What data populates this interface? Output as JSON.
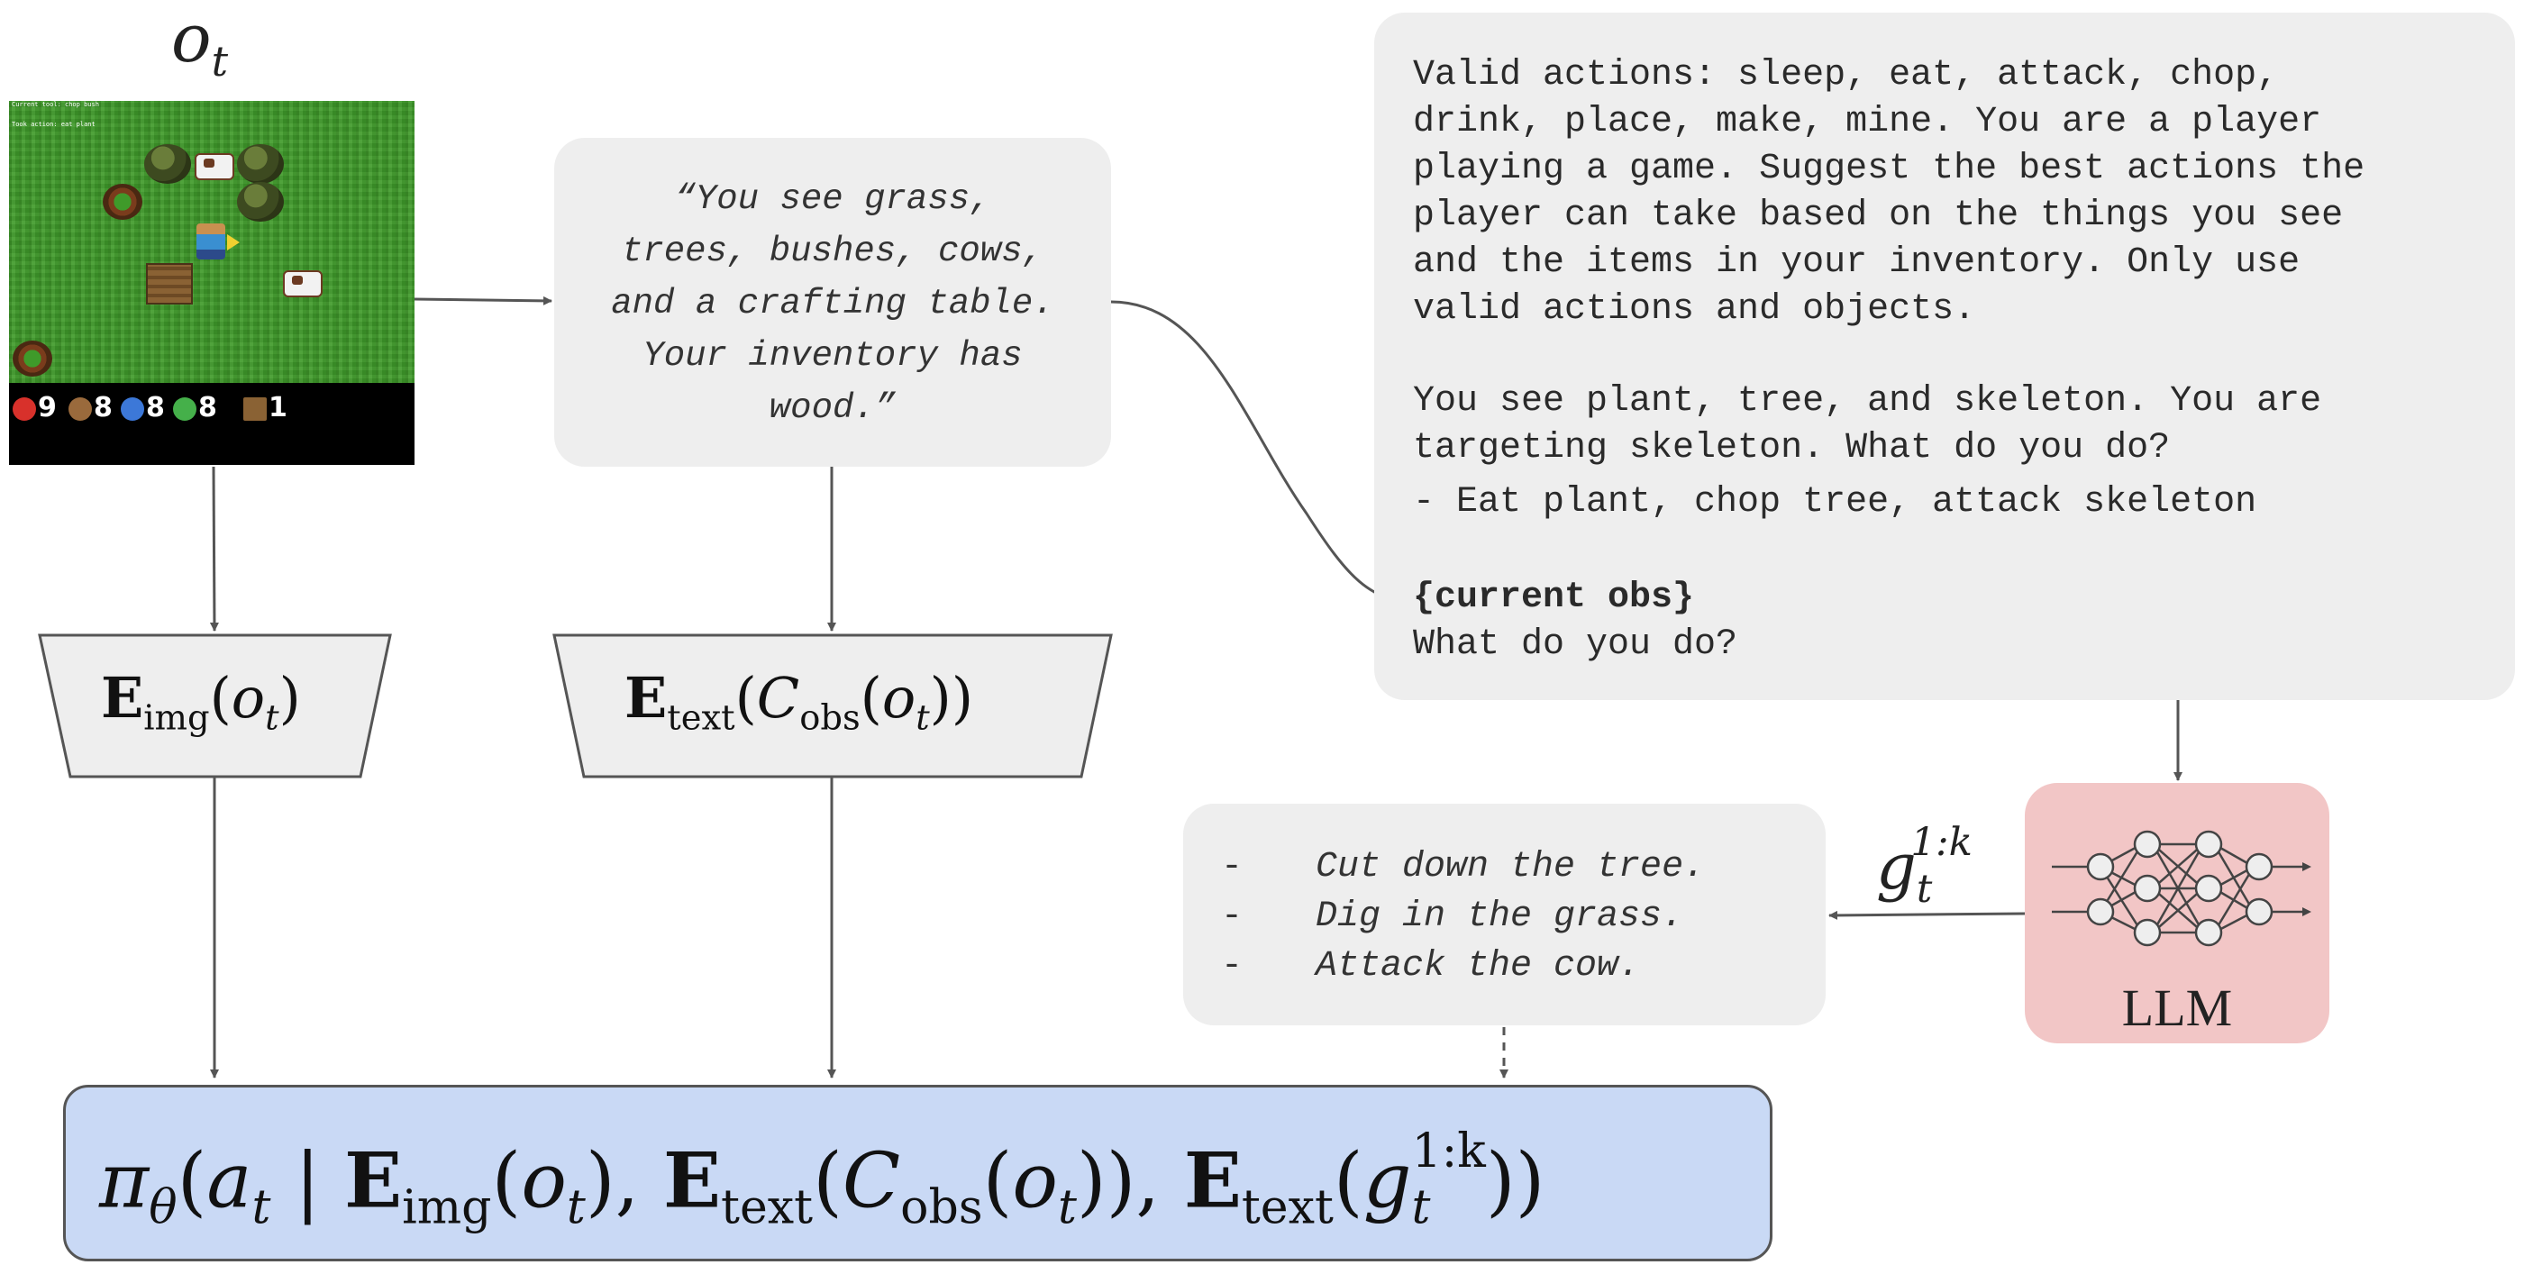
{
  "observation": {
    "label_symbol": "o",
    "label_sub": "t",
    "game_hud_top": "Current tool: chop bush",
    "game_hud_second": "Took action: eat plant",
    "inventory": {
      "health": "9",
      "food": "8",
      "drink": "8",
      "energy": "8",
      "wood": "1"
    }
  },
  "caption": {
    "text": "“You see grass,\ntrees, bushes, cows,\nand a crafting table.\nYour inventory has\nwood.”"
  },
  "prompt": {
    "line1": "Valid actions: sleep, eat, attack, chop,",
    "line2": "drink, place, make, mine. You are a player",
    "line3": "playing a game. Suggest the best actions the",
    "line4": "player can take based on the things you see",
    "line5": "and the items in your inventory. Only use",
    "line6": "valid actions and objects.",
    "line7": "You see plant, tree, and skeleton. You are",
    "line8": "targeting skeleton. What do you do?",
    "line9": "- Eat plant, chop tree, attack skeleton",
    "placeholder": "{current obs}",
    "question": "What do you do?"
  },
  "llm": {
    "label": "LLM"
  },
  "goals": {
    "dash": "-",
    "items": [
      "Cut down the tree.",
      "Dig in the grass.",
      "Attack the cow."
    ]
  },
  "goal_symbol": {
    "base": "g",
    "sub": "t",
    "sup": "1:k"
  },
  "encoders": {
    "image": {
      "E": "E",
      "sub": "img",
      "arg": "o",
      "arg_sub": "t"
    },
    "text": {
      "E": "E",
      "sub": "text",
      "C": "C",
      "C_sub": "obs",
      "arg": "o",
      "arg_sub": "t"
    }
  },
  "policy": {
    "pi": "π",
    "theta": "θ",
    "a": "a",
    "a_sub": "t",
    "bar": "|",
    "E": "E",
    "img": "img",
    "text": "text",
    "C": "C",
    "obs": "obs",
    "o": "o",
    "t": "t",
    "g": "g",
    "g_sup": "1:k"
  },
  "colors": {
    "policy_fill": "#c9d9f5",
    "llm_fill": "#f2c6c6",
    "box_fill": "#eeeeee",
    "arrow": "#555555"
  }
}
